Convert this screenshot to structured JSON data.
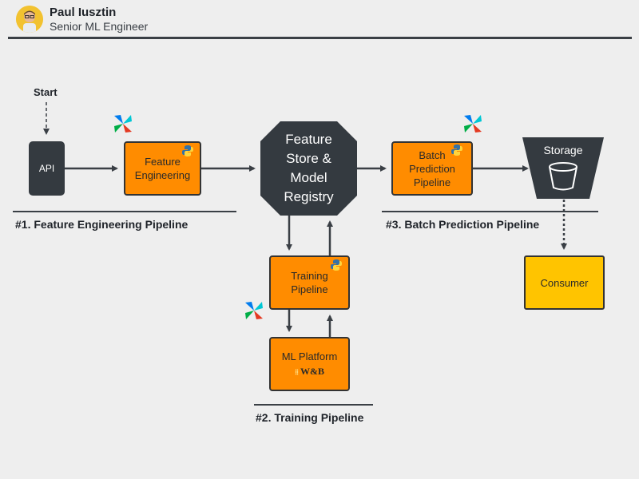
{
  "header": {
    "name": "Paul Iusztin",
    "title": "Senior ML Engineer"
  },
  "diagram": {
    "start_label": "Start",
    "nodes": {
      "api": "API",
      "feature_engineering": [
        "Feature",
        "Engineering"
      ],
      "feature_store": [
        "Feature",
        "Store &",
        "Model",
        "Registry"
      ],
      "batch_prediction": [
        "Batch",
        "Prediction",
        "Pipeline"
      ],
      "storage": "Storage",
      "training": [
        "Training",
        "Pipeline"
      ],
      "ml_platform": "ML Platform",
      "wandb": "W&B",
      "consumer": "Consumer"
    },
    "pipelines": {
      "p1": "#1. Feature Engineering Pipeline",
      "p2": "#2. Training Pipeline",
      "p3": "#3. Batch Prediction Pipeline"
    },
    "icons": [
      "airflow-icon",
      "python-icon",
      "bucket-icon",
      "wandb-icon"
    ],
    "colors": {
      "orange": "#ff8c00",
      "dark": "#343a40",
      "yellow": "#ffc400"
    }
  }
}
